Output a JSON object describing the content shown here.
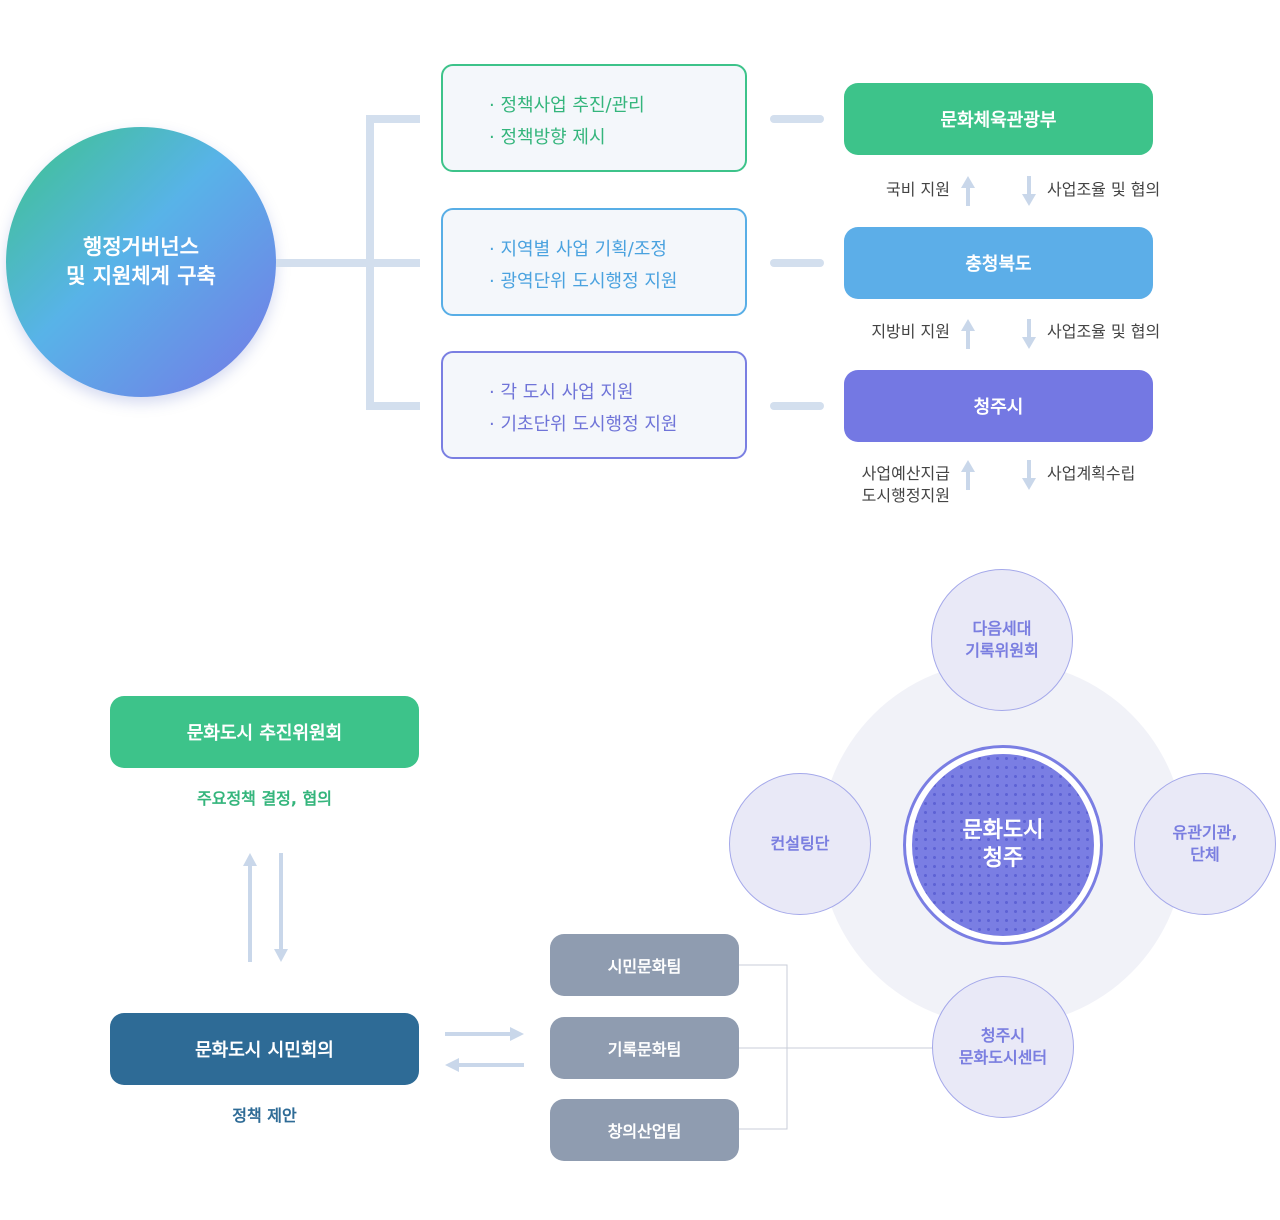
{
  "governance": {
    "circle_line1": "행정거버넌스",
    "circle_line2": "및 지원체계 구축",
    "roles": [
      {
        "line1": "· 정책사업 추진/관리",
        "line2": "· 정책방향 제시",
        "org": "문화체육관광부"
      },
      {
        "line1": "· 지역별 사업 기획/조정",
        "line2": "· 광역단위 도시행정 지원",
        "org": "충청북도"
      },
      {
        "line1": "· 각 도시 사업 지원",
        "line2": "· 기초단위 도시행정 지원",
        "org": "청주시"
      }
    ],
    "flows": [
      {
        "up": "국비 지원",
        "down": "사업조율 및 협의"
      },
      {
        "up": "지방비 지원",
        "down": "사업조율 및 협의"
      },
      {
        "up_line1": "사업예산지급",
        "up_line2": "도시행정지원",
        "down": "사업계획수립"
      }
    ]
  },
  "citizen": {
    "committee": "문화도시 추진위원회",
    "committee_role": "주요정책 결정, 협의",
    "council": "문화도시 시민회의",
    "council_role": "정책 제안",
    "teams": [
      "시민문화팀",
      "기록문화팀",
      "창의산업팀"
    ]
  },
  "network": {
    "center_line1": "문화도시",
    "center_line2": "청주",
    "top_line1": "다음세대",
    "top_line2": "기록위원회",
    "left": "컨설팅단",
    "right_line1": "유관기관,",
    "right_line2": "단체",
    "bottom_line1": "청주시",
    "bottom_line2": "문화도시센터"
  },
  "colors": {
    "green": "#3dc38a",
    "blue": "#5caee8",
    "purple": "#7478e3",
    "navy": "#2e6b96",
    "gray": "#8f9cb0",
    "connector": "#d3dfee"
  }
}
